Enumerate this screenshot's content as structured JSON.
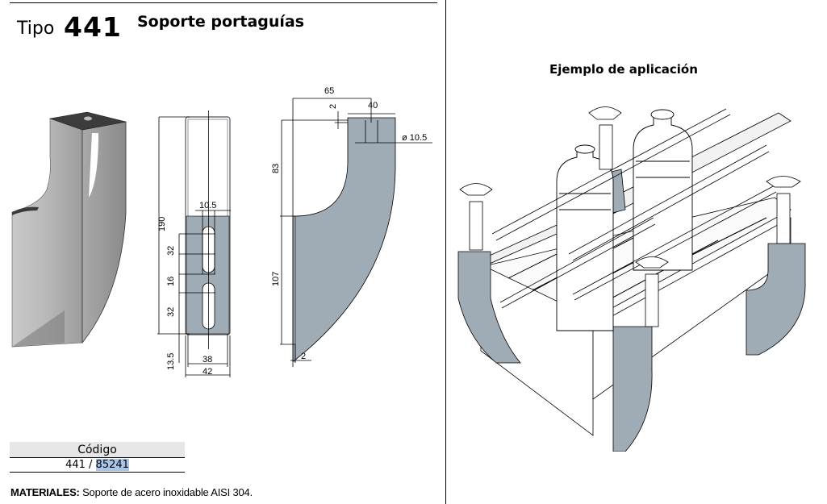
{
  "header": {
    "tipo_label": "Tipo",
    "tipo_number": "441",
    "product_title": "Soporte portaguías"
  },
  "drawings": {
    "front_view": {
      "dimensions": {
        "hole_diameter": "10.5",
        "total_height": "190",
        "slot_length_1": "32",
        "slot_gap": "16",
        "slot_length_2": "32",
        "bottom_offset": "13.5",
        "inner_width": "38",
        "outer_width": "42"
      }
    },
    "side_view": {
      "dimensions": {
        "total_depth": "65",
        "thickness_top": "2",
        "top_width": "40",
        "hole_diameter": "ø 10.5",
        "upper_height": "83",
        "lower_height": "107",
        "thickness_bottom": "2"
      }
    },
    "colors": {
      "steel_fill": "#a0acb5",
      "line": "#000000"
    }
  },
  "codigo": {
    "header": "Código",
    "value_prefix": "441 / ",
    "value_highlighted": "85241",
    "highlight_color": "#a9c6e8"
  },
  "materiales": {
    "label": "MATERIALES:",
    "text": " Soporte de acero inoxidable AISI 304."
  },
  "application": {
    "title": "Ejemplo de aplicación"
  }
}
